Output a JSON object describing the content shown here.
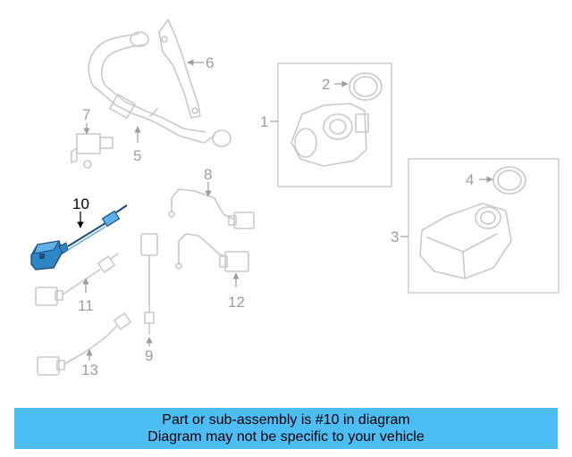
{
  "callouts": {
    "c1": "1",
    "c2": "2",
    "c3": "3",
    "c4": "4",
    "c5": "5",
    "c6": "6",
    "c7": "7",
    "c8": "8",
    "c9": "9",
    "c10": "10",
    "c11": "11",
    "c12": "12",
    "c13": "13"
  },
  "highlight_part": "10",
  "colors": {
    "banner": "#4dbdf5",
    "highlight": "#2f86c6",
    "part_line": "#c9c9c9",
    "label": "#9e9e9e"
  },
  "banner": {
    "line1": "Part or sub-assembly is #10 in diagram",
    "line2": "Diagram may not be specific to your vehicle"
  }
}
